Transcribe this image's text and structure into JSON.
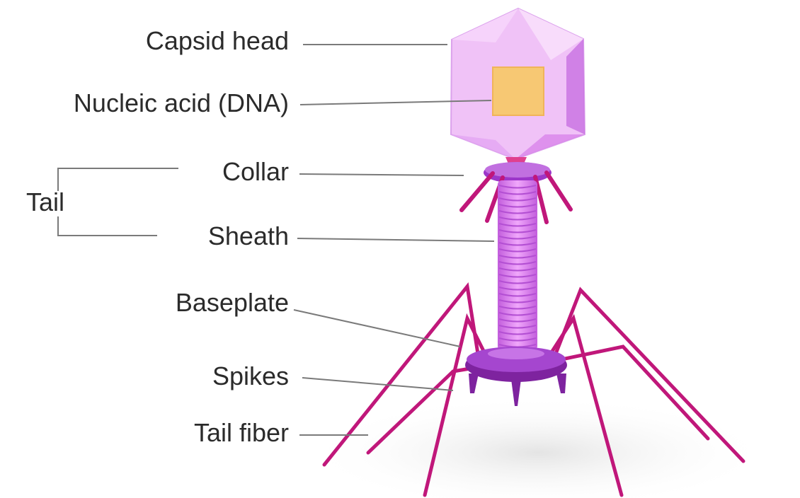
{
  "labels": {
    "capsid_head": "Capsid head",
    "nucleic_acid": "Nucleic acid (DNA)",
    "collar": "Collar",
    "tail": "Tail",
    "sheath": "Sheath",
    "baseplate": "Baseplate",
    "spikes": "Spikes",
    "tail_fiber": "Tail fiber"
  },
  "colors": {
    "capsid_light": "#f0c2f7",
    "capsid_mid": "#df9af0",
    "capsid_dark": "#c56be0",
    "dna": "#f7c873",
    "sheath": "#d874ea",
    "baseplate": "#9c36c9",
    "fiber": "#c0177a",
    "leader": "#7a7a7a",
    "text": "#2b2b2b"
  }
}
